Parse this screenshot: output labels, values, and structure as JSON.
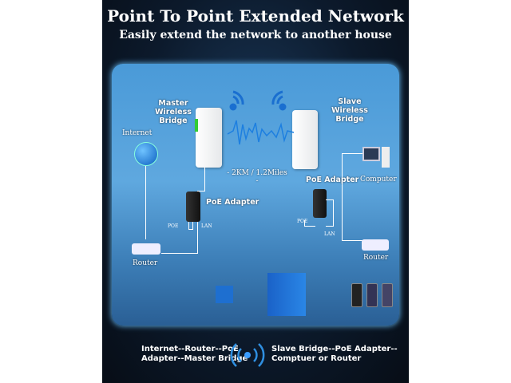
{
  "header": {
    "title": "Point To Point Extended Network",
    "subtitle": "Easily extend the network to another house"
  },
  "diagram": {
    "master_label": "Master\nWireless Bridge",
    "slave_label": "Slave\nWireless Bridge",
    "internet_label": "Internet",
    "distance_label": "- 2KM / 1.2Miles -",
    "poe_adapter_left": "PoE Adapter",
    "poe_adapter_right": "PoE Adapter",
    "poe_port_left": "POE",
    "lan_port_left": "LAN",
    "poe_port_right": "POE",
    "lan_port_right": "LAN",
    "router_left": "Router",
    "router_right": "Router",
    "computer_label": "Computer"
  },
  "footer": {
    "left_text": "Internet--Router--PoE\nAdapter--Master Bridge",
    "right_text": "Slave Bridge--PoE Adapter--\nComptuer or Router"
  },
  "colors": {
    "accent": "#2f8fe0",
    "panel": "#5fa8df"
  }
}
